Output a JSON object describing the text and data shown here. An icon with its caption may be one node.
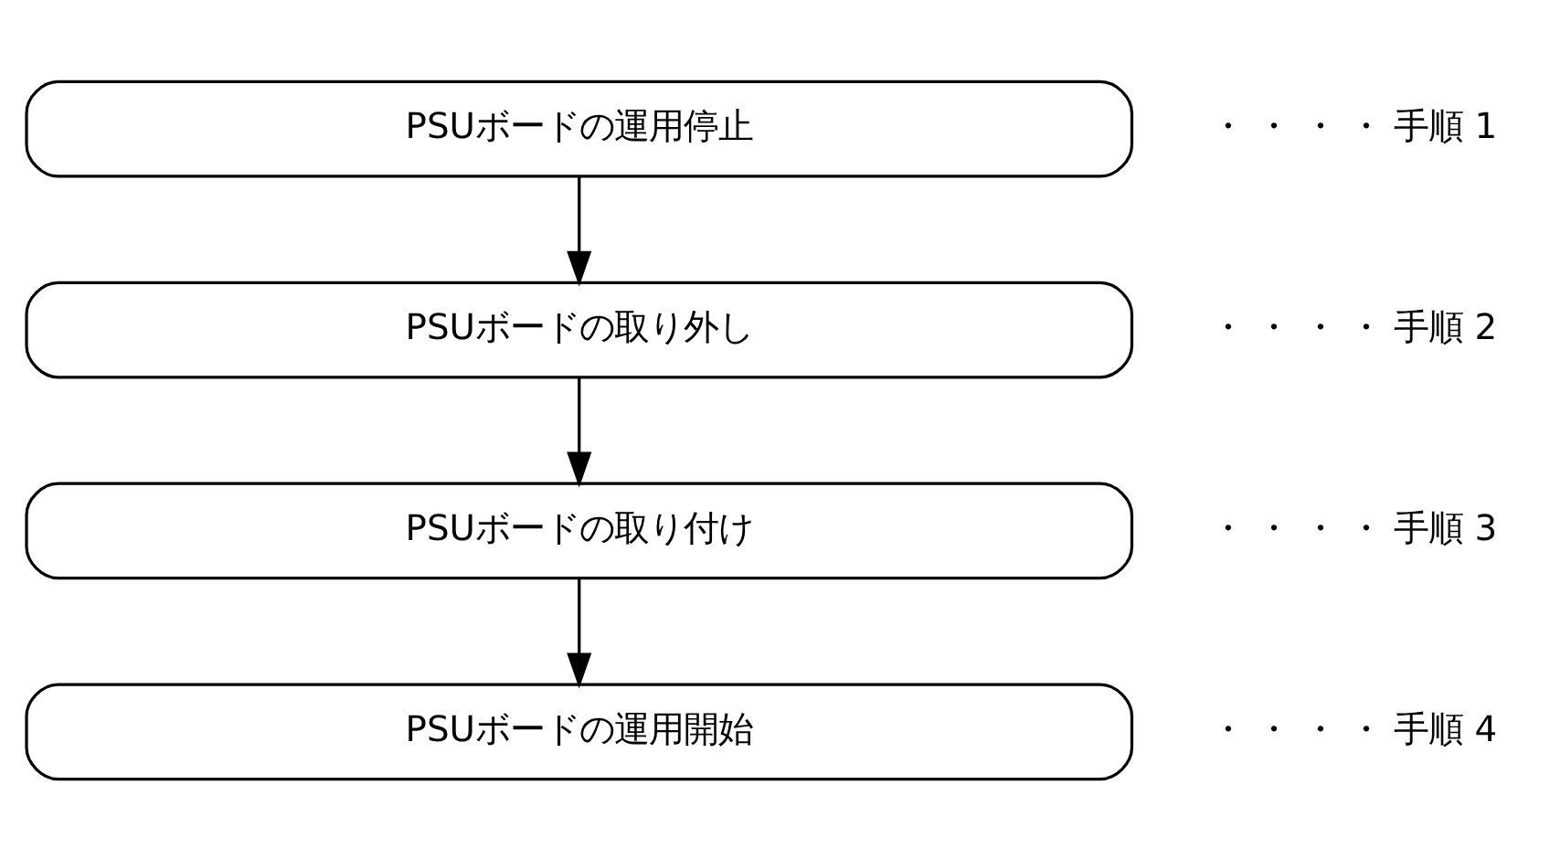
{
  "diagram": {
    "nodes": [
      {
        "text": [
          "PSUボードの運用停止"
        ],
        "beside": [
          "・ ・ ・ ・ 手順 1"
        ]
      },
      {
        "text": [
          "PSUボードの取り外し"
        ],
        "beside": [
          "・ ・ ・ ・ 手順 2"
        ]
      },
      {
        "text": [
          "PSUボードの取り付け"
        ],
        "beside": [
          "・ ・ ・ ・ 手順 3"
        ]
      },
      {
        "text": [
          "PSUボードの運用開始"
        ],
        "beside": [
          "・ ・ ・ ・ 手順 4"
        ]
      }
    ],
    "edges": [
      {
        "from": 0,
        "to": 1,
        "arrow": "to"
      },
      {
        "from": 1,
        "to": 2,
        "arrow": "to"
      },
      {
        "from": 2,
        "to": 3,
        "arrow": "to"
      }
    ]
  }
}
